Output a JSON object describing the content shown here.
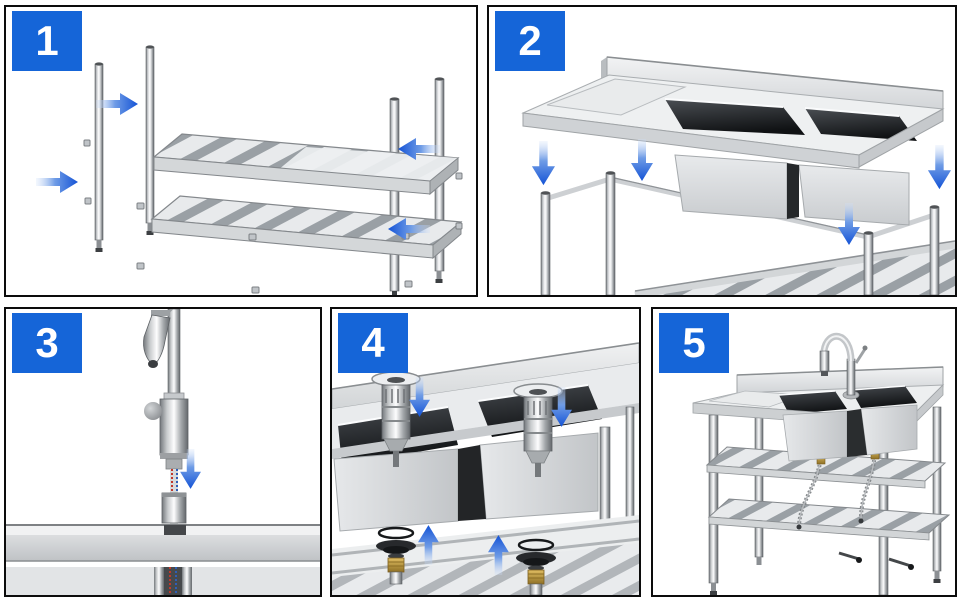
{
  "page": {
    "background": "#ffffff",
    "panel_border_color": "#0c0c0c",
    "badge_color": "#1565d8",
    "badge_text_color": "#ffffff",
    "arrow_color_tail": "#c8dbf8",
    "arrow_color_head": "#1b57d5",
    "steel_light": "#eceef0",
    "steel_mid": "#c7cacd",
    "steel_dark": "#74787c",
    "bowl_dark": "#16181a"
  },
  "steps": [
    {
      "number": "1",
      "illustration": "four-legs-and-two-slatted-shelves",
      "arrows": [
        "right-arrow-icon",
        "right-arrow-icon",
        "left-arrow-icon",
        "left-arrow-icon"
      ]
    },
    {
      "number": "2",
      "illustration": "sink-top-lowered-onto-leg-frame",
      "arrows": [
        "down-arrow-icon",
        "down-arrow-icon",
        "down-arrow-icon",
        "down-arrow-icon"
      ]
    },
    {
      "number": "3",
      "illustration": "faucet-inserted-through-countertop-hole",
      "arrows": [
        "down-arrow-icon"
      ]
    },
    {
      "number": "4",
      "illustration": "drain-strainers-into-sink-bowls",
      "arrows": [
        "down-arrow-icon",
        "down-arrow-icon",
        "up-arrow-icon",
        "up-arrow-icon"
      ]
    },
    {
      "number": "5",
      "illustration": "fully-assembled-sink-unit",
      "arrows": []
    }
  ]
}
